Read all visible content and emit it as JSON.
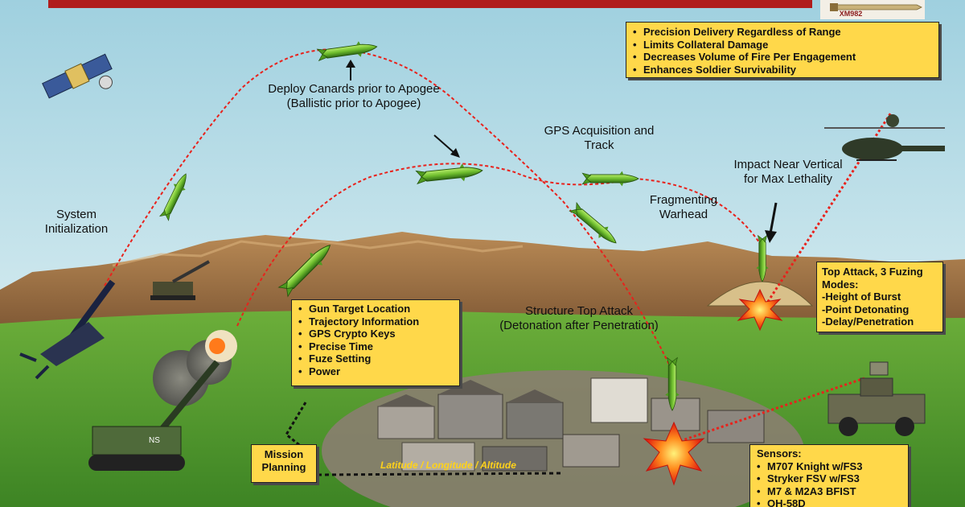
{
  "header": {
    "logo_text": "XM982",
    "bar_color": "#b01c1c"
  },
  "benefits": {
    "items": [
      "Precision Delivery Regardless of Range",
      "Limits Collateral Damage",
      "Decreases Volume of Fire Per Engagement",
      "Enhances Soldier Survivability"
    ]
  },
  "labels": {
    "system_init": "System Initialization",
    "deploy_canards": "Deploy Canards prior to Apogee (Ballistic prior to Apogee)",
    "gps_acq": "GPS Acquisition and Track",
    "fragmenting": "Fragmenting Warhead",
    "impact": "Impact Near Vertical for Max Lethality",
    "structure_top": "Structure Top Attack (Detonation after Penetration)",
    "lat_long_alt": "Latitude / Longitude / Altitude",
    "mission_planning": "Mission Planning"
  },
  "mission_data": {
    "items": [
      "Gun Target Location",
      "Trajectory Information",
      "GPS Crypto Keys",
      "Precise Time",
      "Fuze Setting",
      "Power"
    ]
  },
  "fuzing": {
    "title": "Top Attack, 3 Fuzing Modes:",
    "items": [
      "-Height of Burst",
      "-Point Detonating",
      "-Delay/Penetration"
    ]
  },
  "sensors": {
    "title": "Sensors:",
    "items": [
      "M707 Knight w/FS3",
      "Stryker FSV w/FS3",
      "M7 & M2A3 BFIST",
      "OH-58D"
    ]
  },
  "colors": {
    "trajectory": "#e8221c",
    "box_fill": "#ffd84a",
    "sky": "#bcdfe8",
    "grass": "#4e9a2c",
    "projectile": "#7cc23a"
  }
}
